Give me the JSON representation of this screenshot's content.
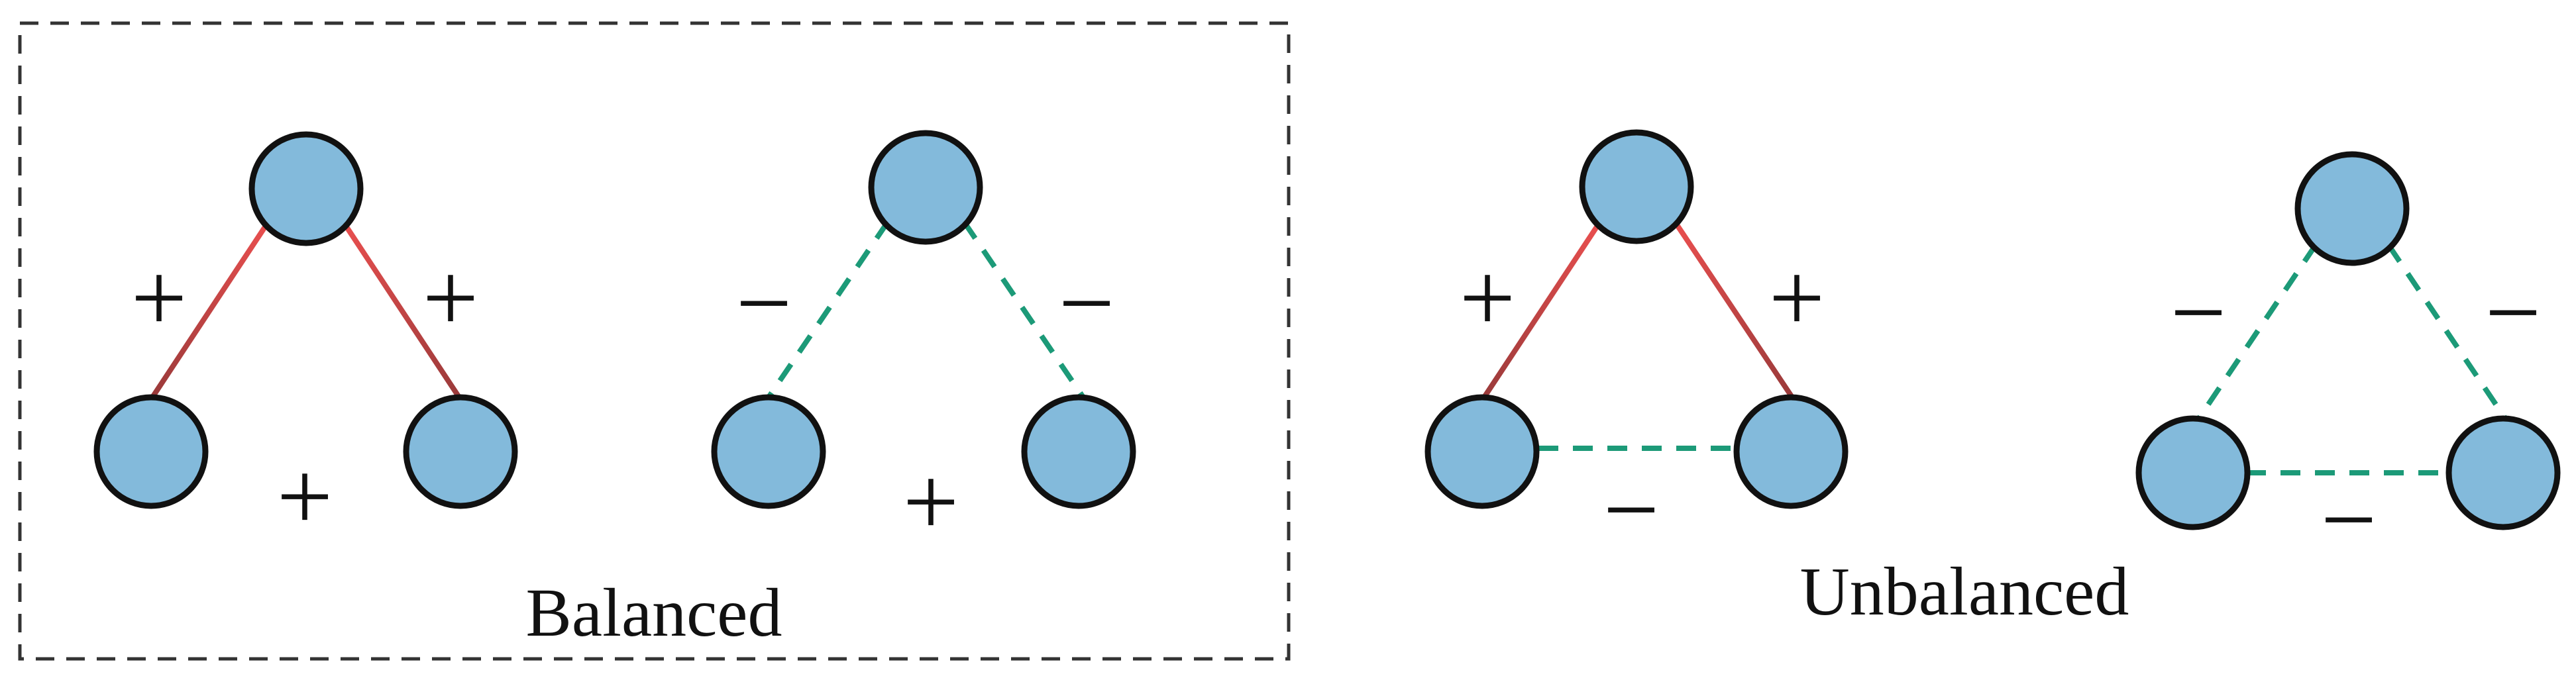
{
  "captions": {
    "balanced": "Balanced",
    "unbalanced": "Unbalanced"
  },
  "colors": {
    "node_fill": "#83badb",
    "node_stroke": "#111111",
    "positive_edge": "#ea4f4f",
    "positive_edge_dark": "#9a3a3a",
    "negative_edge": "#1c9a78",
    "box_border": "#333333"
  },
  "triads": [
    {
      "group": "balanced",
      "edges": {
        "left": "+",
        "right": "+",
        "bottom": "+"
      }
    },
    {
      "group": "balanced",
      "edges": {
        "left": "−",
        "right": "−",
        "bottom": "+"
      }
    },
    {
      "group": "unbalanced",
      "edges": {
        "left": "+",
        "right": "+",
        "bottom": "−"
      }
    },
    {
      "group": "unbalanced",
      "edges": {
        "left": "−",
        "right": "−",
        "bottom": "−"
      }
    }
  ]
}
